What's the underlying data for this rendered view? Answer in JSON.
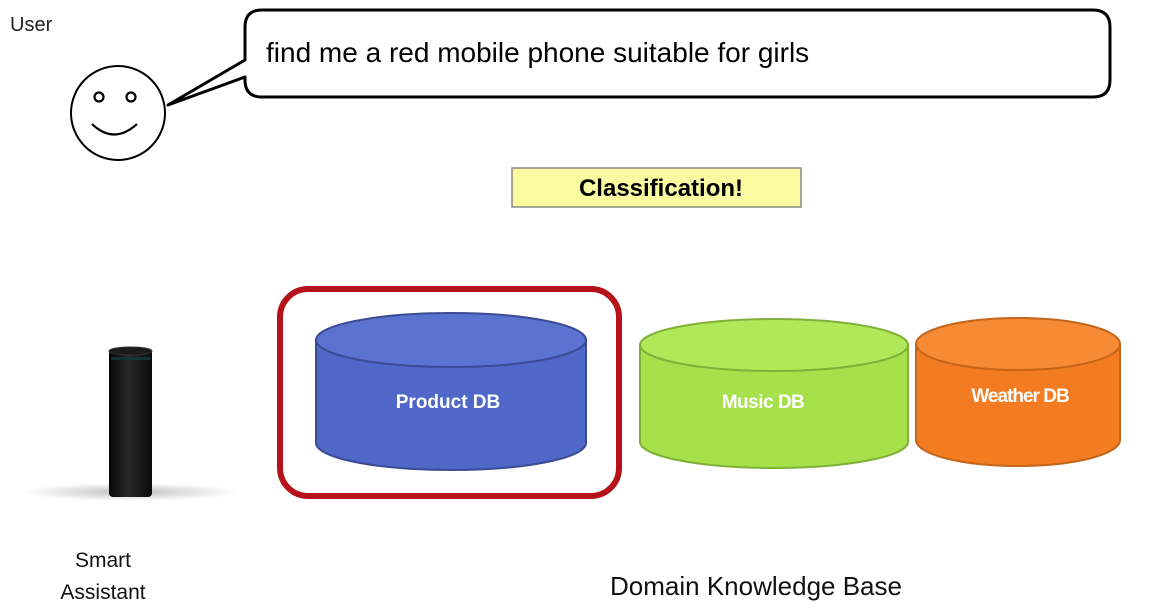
{
  "user_label": "User",
  "speech_text": "find me a red mobile phone suitable for girls",
  "classification_label": "Classification!",
  "assistant_label": [
    "Smart",
    "Assistant"
  ],
  "databases": [
    {
      "label": "Product DB",
      "fill": "#4f68c8",
      "top_fill": "#5a73d0",
      "stroke": "#3a4c94",
      "text_color": "#ffffff",
      "selected": true
    },
    {
      "label": "Music DB",
      "fill": "#a6e14c",
      "top_fill": "#b0e85a",
      "stroke": "#7fb038",
      "text_color": "#ffffff",
      "selected": false
    },
    {
      "label": "Weather DB",
      "fill": "#f37c22",
      "top_fill": "#f78a34",
      "stroke": "#c5651a",
      "text_color": "#ffffff",
      "selected": false
    }
  ],
  "selection_color": "#b5121b",
  "classification_fill": "#fafaa0",
  "knowledge_base_label": "Domain Knowledge Base"
}
